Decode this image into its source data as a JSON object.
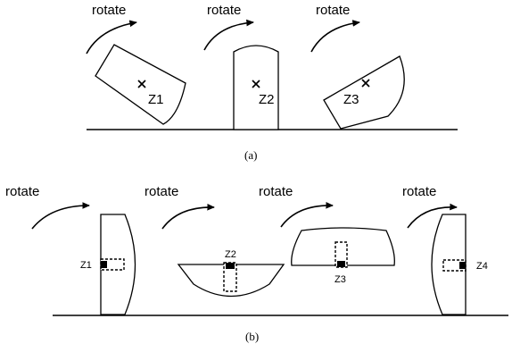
{
  "panel_a": {
    "caption": "(a)",
    "rotate_labels": [
      "rotate",
      "rotate",
      "rotate"
    ],
    "center_labels": [
      "Z1",
      "Z2",
      "Z3"
    ]
  },
  "panel_b": {
    "caption": "(b)",
    "rotate_labels": [
      "rotate",
      "rotate",
      "rotate",
      "rotate"
    ],
    "center_labels": [
      "Z1",
      "Z2",
      "Z3",
      "Z4"
    ]
  }
}
